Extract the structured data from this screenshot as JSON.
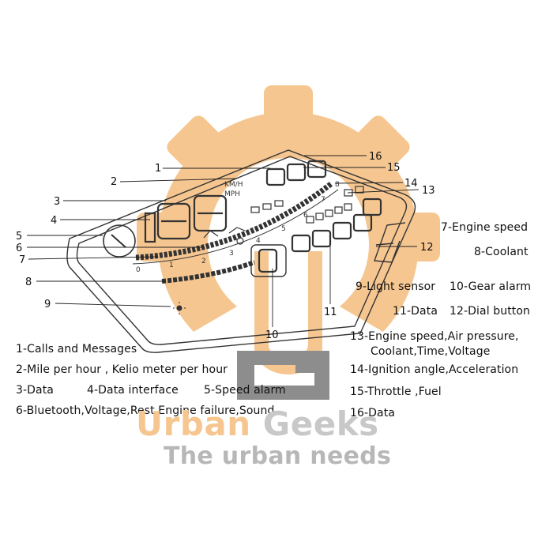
{
  "brand": {
    "name_part1": "Urban",
    "name_part2": " Geeks",
    "tagline": "The urban needs",
    "colors": {
      "orange": "#f6c690",
      "gray": "#c8c8c8"
    }
  },
  "display": {
    "speed_units": [
      "KM/H",
      "MPH"
    ]
  },
  "callout_numbers": [
    "1",
    "2",
    "3",
    "4",
    "5",
    "6",
    "7",
    "8",
    "9",
    "10",
    "11",
    "12",
    "13",
    "14",
    "15",
    "16"
  ],
  "legend": {
    "l1": "1-Calls and Messages",
    "l2": "2-Mile per hour , Kelio meter per hour",
    "l3": "3-Data",
    "l4": "4-Data interface",
    "l5": "5-Speed alarm",
    "l6": "6-Bluetooth,Voltage,Rest,Engine failure,Sound",
    "l7": "7-Engine speed",
    "l8": "8-Coolant",
    "l9": "9-Light sensor",
    "l10": "10-Gear alarm",
    "l11": "11-Data",
    "l12": "12-Dial button",
    "l13a": "13-Engine speed,Air pressure,",
    "l13b": "Coolant,Time,Voltage",
    "l14": "14-Ignition angle,Acceleration",
    "l15": "15-Throttle ,Fuel",
    "l16": "16-Data"
  }
}
